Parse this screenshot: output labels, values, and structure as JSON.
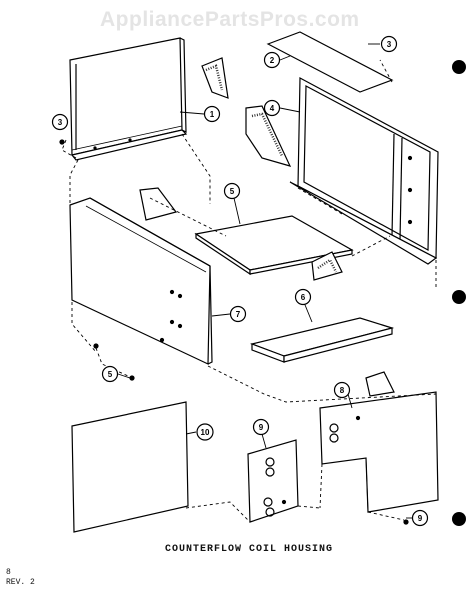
{
  "watermark": "AppliancePartsPros.com",
  "caption": "COUNTERFLOW COIL HOUSING",
  "page_number": "8",
  "revision": "REV. 2",
  "callouts": [
    "1",
    "2",
    "3",
    "4",
    "5",
    "6",
    "7",
    "8",
    "9",
    "10"
  ],
  "colors": {
    "ink": "#000000",
    "watermark": "#e4e4e4",
    "paper": "#ffffff"
  }
}
